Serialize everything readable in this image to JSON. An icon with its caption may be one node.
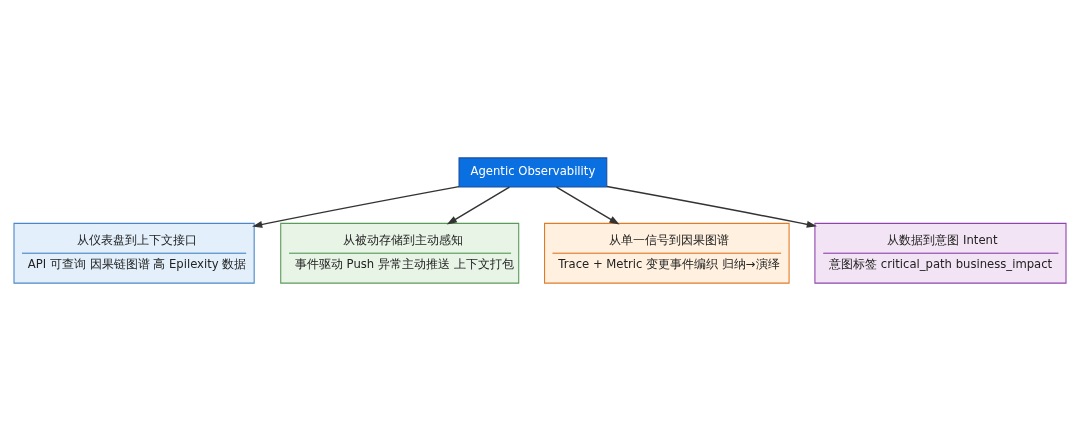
{
  "diagram": {
    "nodes": [
      {
        "text": [
          "Agentic Observability"
        ]
      },
      {
        "text": [
          "从仪表盘到上下文接口",
          "API 可查询 因果链图谱 高 Epilexity 数据"
        ]
      },
      {
        "text": [
          "从被动存储到主动感知",
          "事件驱动 Push 异常主动推送 上下文打包"
        ]
      },
      {
        "text": [
          "从单一信号到因果图谱",
          "Trace + Metric 变更事件编织 归纳→演绎"
        ]
      },
      {
        "text": [
          "从数据到意图 Intent",
          "意图标签 critical_path business_impact"
        ]
      }
    ],
    "edges": [
      {
        "from": 0,
        "to": 1,
        "arrow": "to"
      },
      {
        "from": 0,
        "to": 2,
        "arrow": "to"
      },
      {
        "from": 0,
        "to": 3,
        "arrow": "to"
      },
      {
        "from": 0,
        "to": 4,
        "arrow": "to"
      }
    ]
  }
}
